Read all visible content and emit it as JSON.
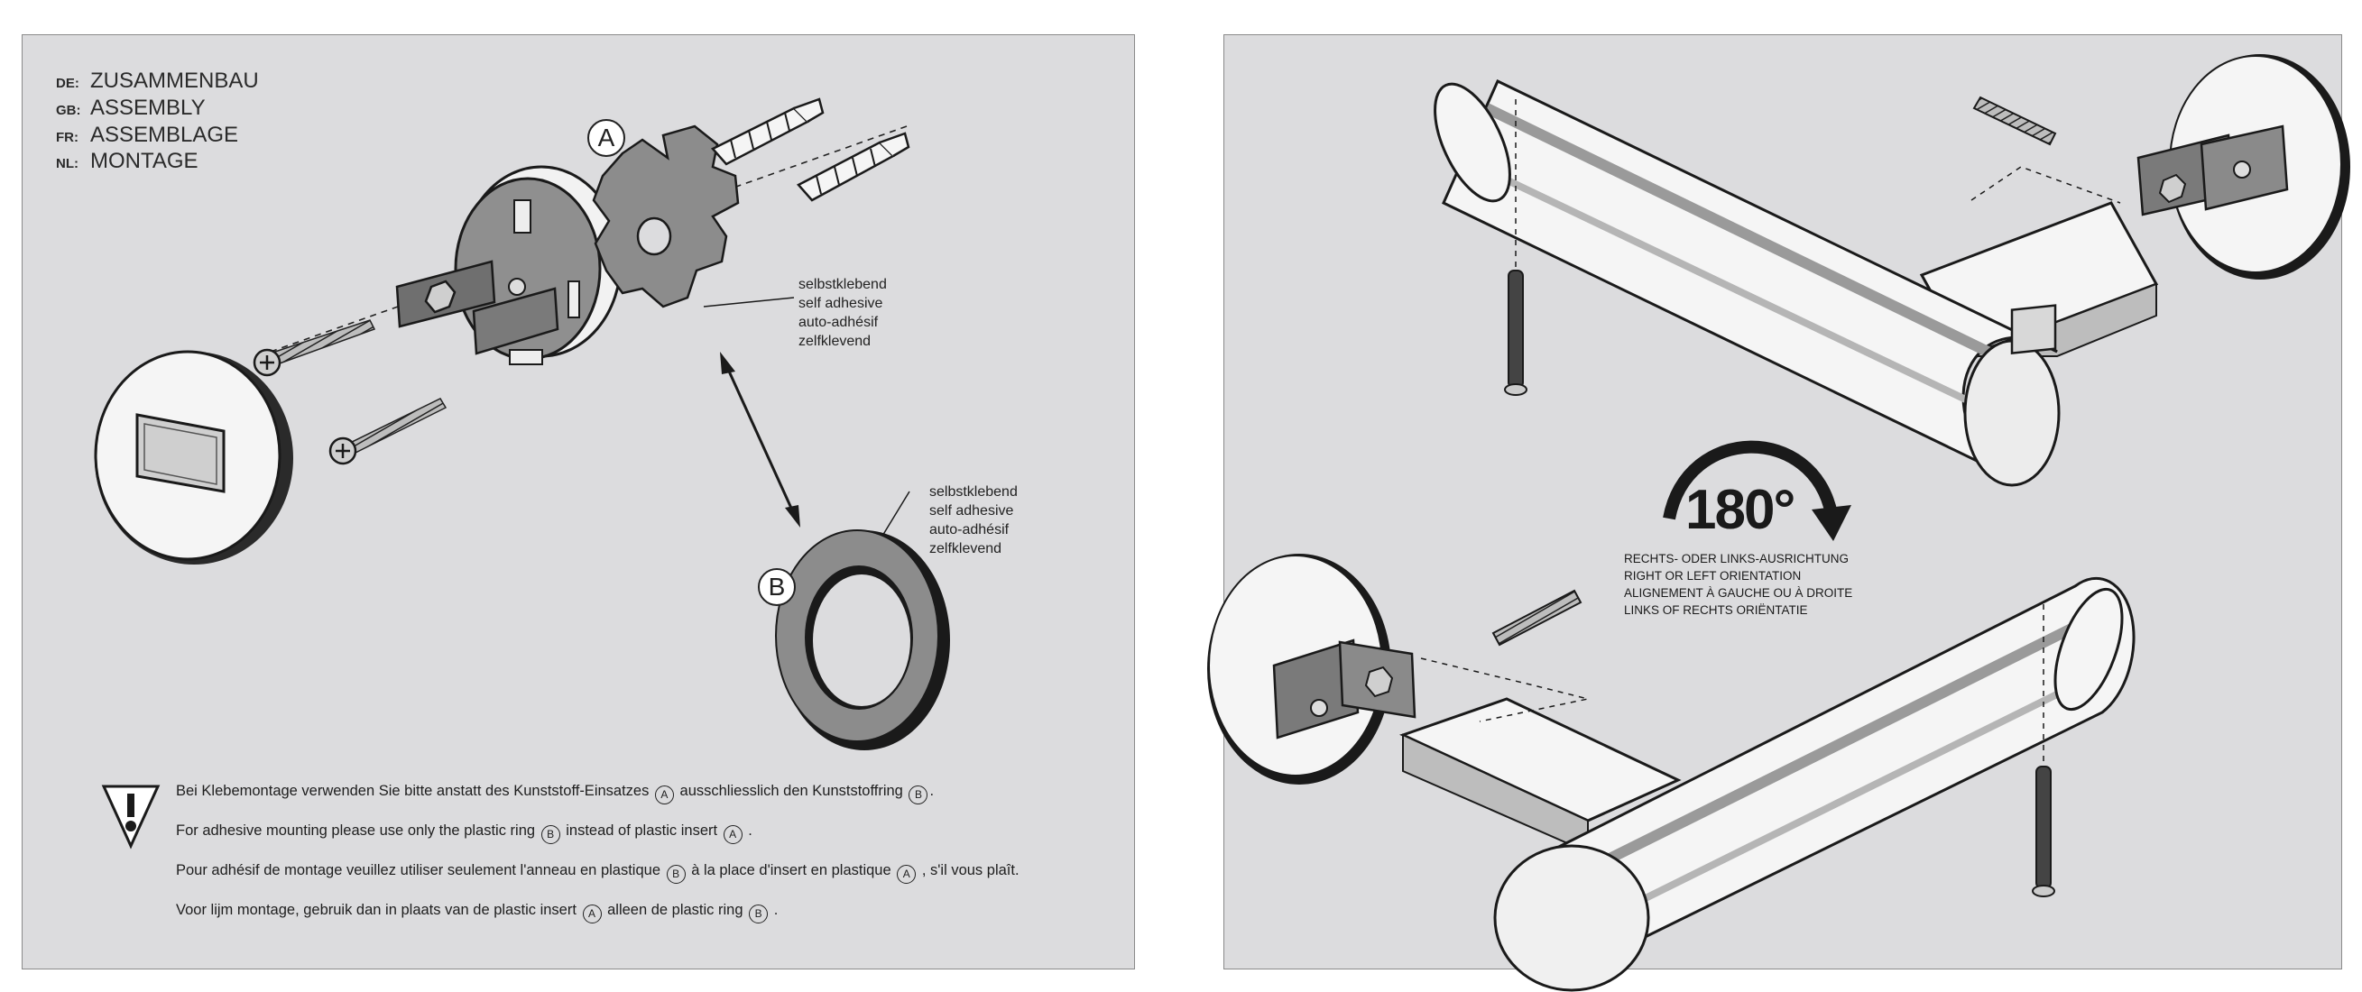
{
  "languages": [
    {
      "code": "DE:",
      "title": "ZUSAMMENBAU"
    },
    {
      "code": "GB:",
      "title": "ASSEMBLY"
    },
    {
      "code": "FR:",
      "title": "ASSEMBLAGE"
    },
    {
      "code": "NL:",
      "title": "MONTAGE"
    }
  ],
  "callouts": {
    "a": "A",
    "b": "B"
  },
  "label_a": [
    "selbstklebend",
    "self adhesive",
    "auto-adhésif",
    "zelfklevend"
  ],
  "label_b": [
    "selbstklebend",
    "self adhesive",
    "auto-adhésif",
    "zelfklevend"
  ],
  "notes": {
    "de": {
      "p1": "Bei Klebemontage verwenden Sie bitte anstatt des Kunststoff-Einsatzes",
      "p2": "ausschliesslich den Kunststoffring",
      "p3": "."
    },
    "en": {
      "p1": "For adhesive mounting please use only the plastic ring",
      "p2": "instead of plastic insert",
      "p3": "."
    },
    "fr": {
      "p1": "Pour adhésif de montage veuillez utiliser seulement l'anneau en plastique",
      "p2": "à la place d'insert en plastique",
      "p3": ", s'il vous plaît."
    },
    "nl": {
      "p1": "Voor lijm montage, gebruik dan in plaats van de plastic insert",
      "p2": "alleen de plastic ring",
      "p3": "."
    }
  },
  "rotation": {
    "degrees": "180°",
    "lines": [
      "RECHTS- ODER LINKS-AUSRICHTUNG",
      "RIGHT OR LEFT ORIENTATION",
      "ALIGNEMENT À GAUCHE OU À DROITE",
      "LINKS OF RECHTS ORIËNTATIE"
    ]
  },
  "colors": {
    "panel": "#dcdcde",
    "line": "#1a1a1a",
    "metal": "#9a9a9a",
    "part_light": "#f4f4f4"
  }
}
